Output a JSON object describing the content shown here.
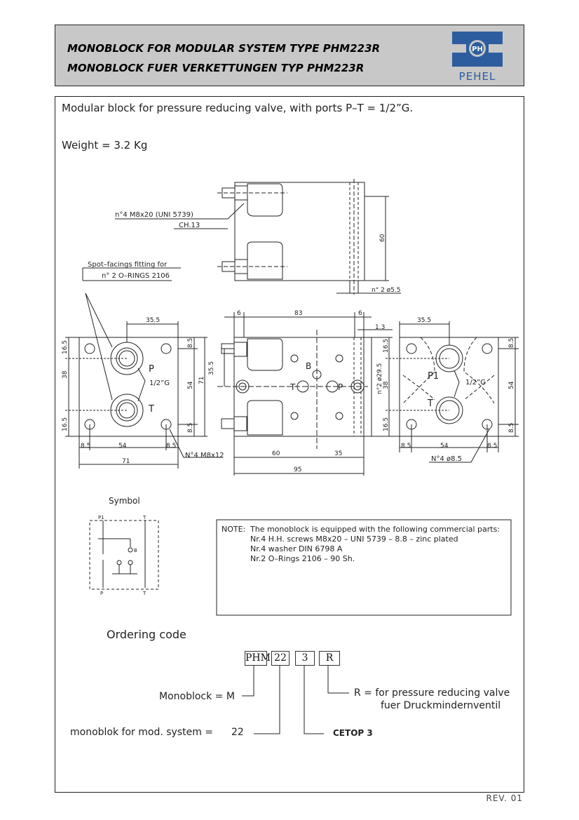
{
  "header": {
    "title_en": "MONOBLOCK FOR MODULAR SYSTEM TYPE PHM223R",
    "title_de": "MONOBLOCK FUER VERKETTUNGEN TYP PHM223R",
    "logo_text": "PEHEL",
    "logo_mark": "PH",
    "brand_color": "#2d5d9e"
  },
  "description": "Modular block for pressure reducing valve, with ports P–T = 1/2”G.",
  "weight": "Weight = 3.2 Kg",
  "drawing": {
    "side_view": {
      "screw_label": "n°4 M8x20 (UNI 5739)",
      "ch_label": "CH.13",
      "height_dim": "60",
      "hole_label": "n° 2 ø5.5"
    },
    "left_view": {
      "spot_facing_1": "Spot–facings fitting for",
      "spot_facing_2": "n° 2 O–RINGS 2106",
      "dim_355": "35.5",
      "dim_165a": "16.5",
      "dim_38": "38",
      "dim_165b": "16.5",
      "dim_85a": "8.5",
      "dim_54v": "54",
      "dim_71v": "71",
      "dim_85b": "8.5",
      "port_p": "P",
      "port_t": "T",
      "thread": "1/2”G",
      "dim_85c": "8.5",
      "dim_54h": "54",
      "dim_85d": "8.5",
      "dim_71h": "71",
      "bolt_label": "N°4 M8x12"
    },
    "center_view": {
      "dim_6a": "6",
      "dim_83": "83",
      "dim_6b": "6",
      "dim_13": "1.3",
      "dim_355": "35.5",
      "dim_295": "n°2 ø29.5",
      "port_b": "B",
      "port_t": "T",
      "port_p": "P",
      "dim_60": "60",
      "dim_35": "35",
      "dim_95": "95"
    },
    "right_view": {
      "dim_355": "35.5",
      "dim_85a": "8.5",
      "port_p1": "P1",
      "thread": "1/2”G",
      "dim_38": "38",
      "dim_54v": "54",
      "port_t": "T",
      "dim_165a": "16.5",
      "dim_165b": "16.5",
      "dim_85b": "8.5",
      "dim_85c": "8.5",
      "dim_54h": "54",
      "dim_85d": "8.5",
      "hole_label": "N°4 ø8.5"
    }
  },
  "symbol": {
    "title": "Symbol",
    "p1": "P1",
    "t_top": "T",
    "b": "B",
    "p": "P",
    "t_bottom": "T"
  },
  "note": {
    "label": "NOTE:",
    "lines": [
      "The monoblock is equipped with the following commercial parts:",
      "Nr.4 H.H. screws M8x20 – UNI 5739 – 8.8 – zinc plated",
      "Nr.4 washer DIN 6798 A",
      "Nr.2 O–Rings 2106 – 90 Sh."
    ]
  },
  "ordering": {
    "title": "Ordering code",
    "boxes": [
      "PHM",
      "22",
      "3",
      "R"
    ],
    "monoblock_label": "Monoblock = M",
    "mod_label": "monoblok for mod. system =",
    "mod_value": "22",
    "cetop": "CETOP 3",
    "r_line1": "R =  for pressure reducing valve",
    "r_line2": "fuer Druckmindernventil"
  },
  "revision": "REV. 01"
}
